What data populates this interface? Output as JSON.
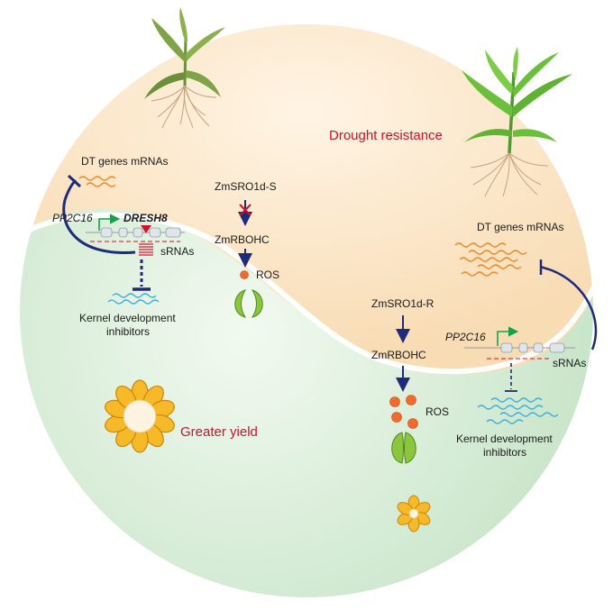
{
  "title_drought": "Drought resistance",
  "title_yield": "Greater yield",
  "left": {
    "dt_genes": "DT genes mRNAs",
    "pp2c16": "PP2C16",
    "dresh8": "DRESH8",
    "srnas": "sRNAs",
    "kernel_line1": "Kernel development",
    "kernel_line2": "inhibitors",
    "sro": "ZmSRO1d-S",
    "rbohc": "ZmRBOHC",
    "ros": "ROS"
  },
  "right": {
    "dt_genes": "DT genes mRNAs",
    "pp2c16": "PP2C16",
    "srnas": "sRNAs",
    "kernel_line1": "Kernel development",
    "kernel_line2": "inhibitors",
    "sro": "ZmSRO1d-R",
    "rbohc": "ZmRBOHC",
    "ros": "ROS"
  },
  "colors": {
    "drought_bg": "#fbe6cc",
    "yield_bg": "#d6ecd6",
    "accent_red": "#d0112b",
    "arrow_blue": "#1f2a7a",
    "mrna_orange": "#f0892a",
    "inhibitor_blue": "#3fb0e0",
    "ros_orange": "#f26a2c",
    "promoter_green": "#1aa04a"
  }
}
